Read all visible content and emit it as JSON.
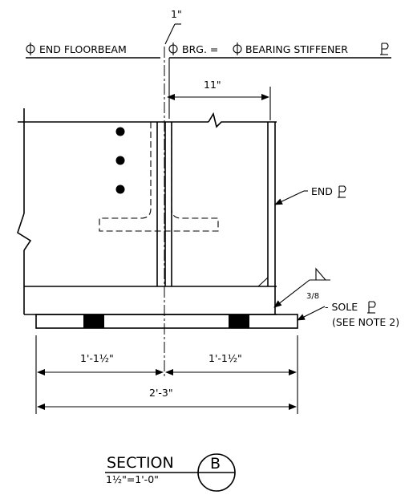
{
  "labels": {
    "dim_top_1in": "1\"",
    "end_floorbeam": "END FLOORBEAM",
    "brg_prefix": "BRG. =",
    "bearing_stiffener": "BEARING STIFFENER",
    "dim_11in": "11\"",
    "end_plate": "END",
    "weld_size": "3/8",
    "sole_plate": "- SOLE",
    "see_note": "(SEE NOTE 2)",
    "dim_left": "1'-1½\"",
    "dim_right": "1'-1½\"",
    "dim_total": "2'-3\"",
    "section_title": "SECTION",
    "section_mark": "B",
    "scale": "1½\"=1'-0\""
  }
}
